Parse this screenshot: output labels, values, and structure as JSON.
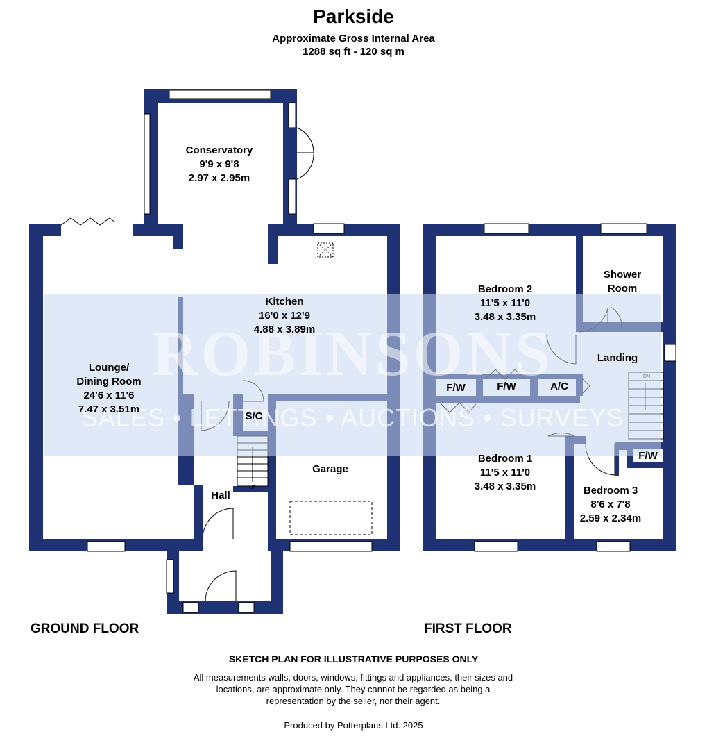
{
  "header": {
    "title": "Parkside",
    "area_label": "Approximate Gross Internal Area",
    "area_value": "1288 sq ft - 120 sq m"
  },
  "floors": {
    "ground": "GROUND FLOOR",
    "first": "FIRST FLOOR"
  },
  "rooms": {
    "conservatory": {
      "name": "Conservatory",
      "imperial": "9'9 x 9'8",
      "metric": "2.97 x 2.95m"
    },
    "kitchen": {
      "name": "Kitchen",
      "imperial": "16'0 x 12'9",
      "metric": "4.88 x 3.89m"
    },
    "lounge": {
      "name1": "Lounge/",
      "name2": "Dining Room",
      "imperial": "24'6 x 11'6",
      "metric": "7.47 x 3.51m"
    },
    "garage": {
      "name": "Garage"
    },
    "hall": {
      "name": "Hall"
    },
    "sc": {
      "name": "S/C"
    },
    "bedroom2": {
      "name": "Bedroom 2",
      "imperial": "11'5 x 11'0",
      "metric": "3.48 x 3.35m"
    },
    "shower": {
      "name1": "Shower",
      "name2": "Room"
    },
    "landing": {
      "name": "Landing"
    },
    "fw1": {
      "name": "F/W"
    },
    "fw2": {
      "name": "F/W"
    },
    "ac": {
      "name": "A/C"
    },
    "bedroom1": {
      "name": "Bedroom 1",
      "imperial": "11'5 x 11'0",
      "metric": "3.48 x 3.35m"
    },
    "fw3": {
      "name": "F/W"
    },
    "bedroom3": {
      "name": "Bedroom 3",
      "imperial": "8'6 x 7'8",
      "metric": "2.59 x 2.34m"
    }
  },
  "stairs": {
    "ground": "UP",
    "first": "DN"
  },
  "watermark": {
    "brand": "ROBINSONS",
    "services": "SALES • LETTINGS • AUCTIONS • SURVEYS"
  },
  "footer": {
    "disclaimer_title": "SKETCH PLAN FOR ILLUSTRATIVE PURPOSES ONLY",
    "disclaimer": "All measurements walls, doors, windows, fittings and appliances, their sizes and locations, are approximate only. They cannot be regarded as being a representation by the seller, nor their agent.",
    "producer": "Produced by Potterplans Ltd. 2025"
  },
  "colors": {
    "wall": "#1f3273",
    "watermark_band": "#c7d7f0"
  }
}
